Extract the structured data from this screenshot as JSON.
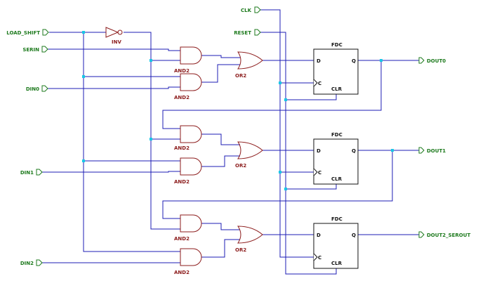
{
  "ports": {
    "clk": "CLK",
    "reset": "RESET",
    "load_shift": "LOAD_SHIFT",
    "serin": "SERIN",
    "din0": "DIN0",
    "din1": "DIN1",
    "din2": "DIN2",
    "dout0": "DOUT0",
    "dout1": "DOUT1",
    "dout2": "DOUT2_SEROUT"
  },
  "components": {
    "inv": "INV",
    "and2": "AND2",
    "or2": "OR2",
    "fdc": "FDC",
    "pin_d": "D",
    "pin_q": "Q",
    "pin_c": "C",
    "pin_clr": "CLR"
  },
  "colors": {
    "wire": "#1c1cb4",
    "gate": "#8c1c1c",
    "port_label": "#1d7a1d",
    "junction": "#19c8e6"
  }
}
